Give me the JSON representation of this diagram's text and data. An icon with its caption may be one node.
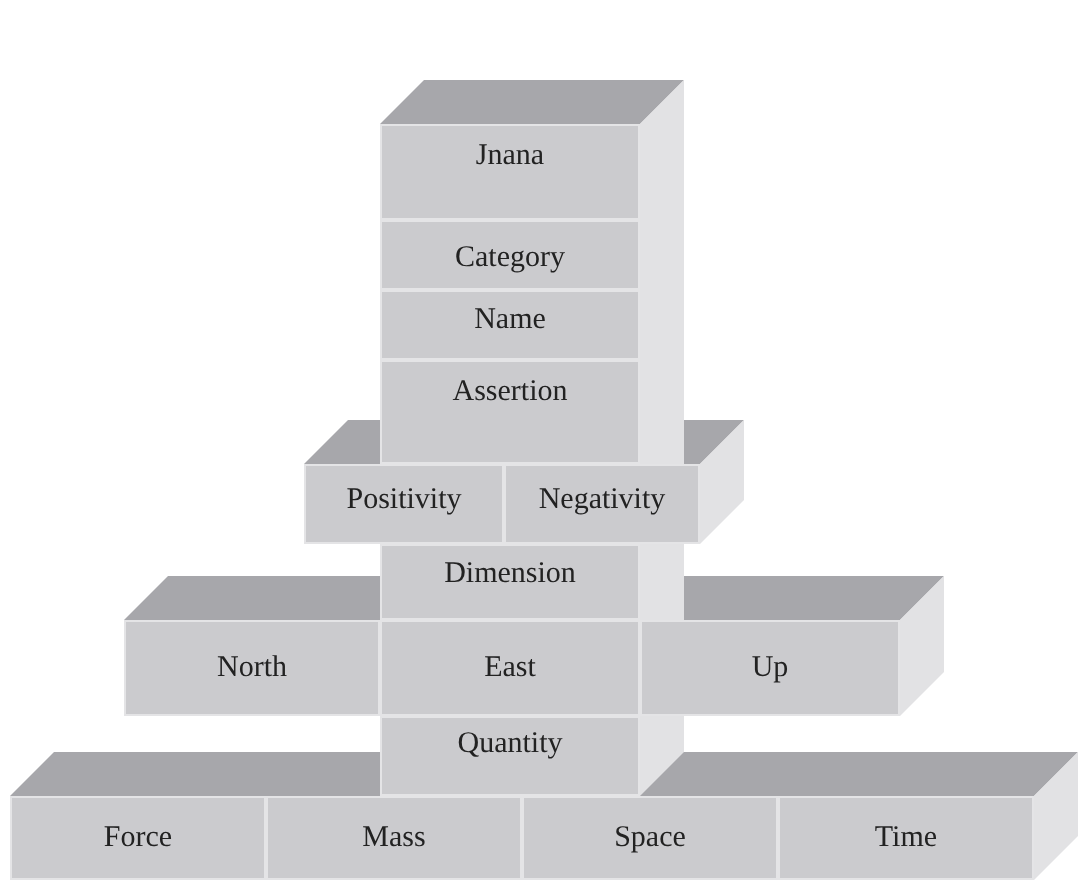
{
  "diagram": {
    "nodes": [
      {
        "text": [
          "Jnana"
        ]
      },
      {
        "text": [
          "Category"
        ]
      },
      {
        "text": [
          "Name"
        ]
      },
      {
        "text": [
          "Assertion"
        ]
      },
      {
        "text": [
          "Positivity"
        ]
      },
      {
        "text": [
          "Negativity"
        ]
      },
      {
        "text": [
          "Dimension"
        ]
      },
      {
        "text": [
          "North"
        ]
      },
      {
        "text": [
          "East"
        ]
      },
      {
        "text": [
          "Up"
        ]
      },
      {
        "text": [
          "Quantity"
        ]
      },
      {
        "text": [
          "Force"
        ]
      },
      {
        "text": [
          "Mass"
        ]
      },
      {
        "text": [
          "Space"
        ]
      },
      {
        "text": [
          "Time"
        ]
      }
    ]
  }
}
